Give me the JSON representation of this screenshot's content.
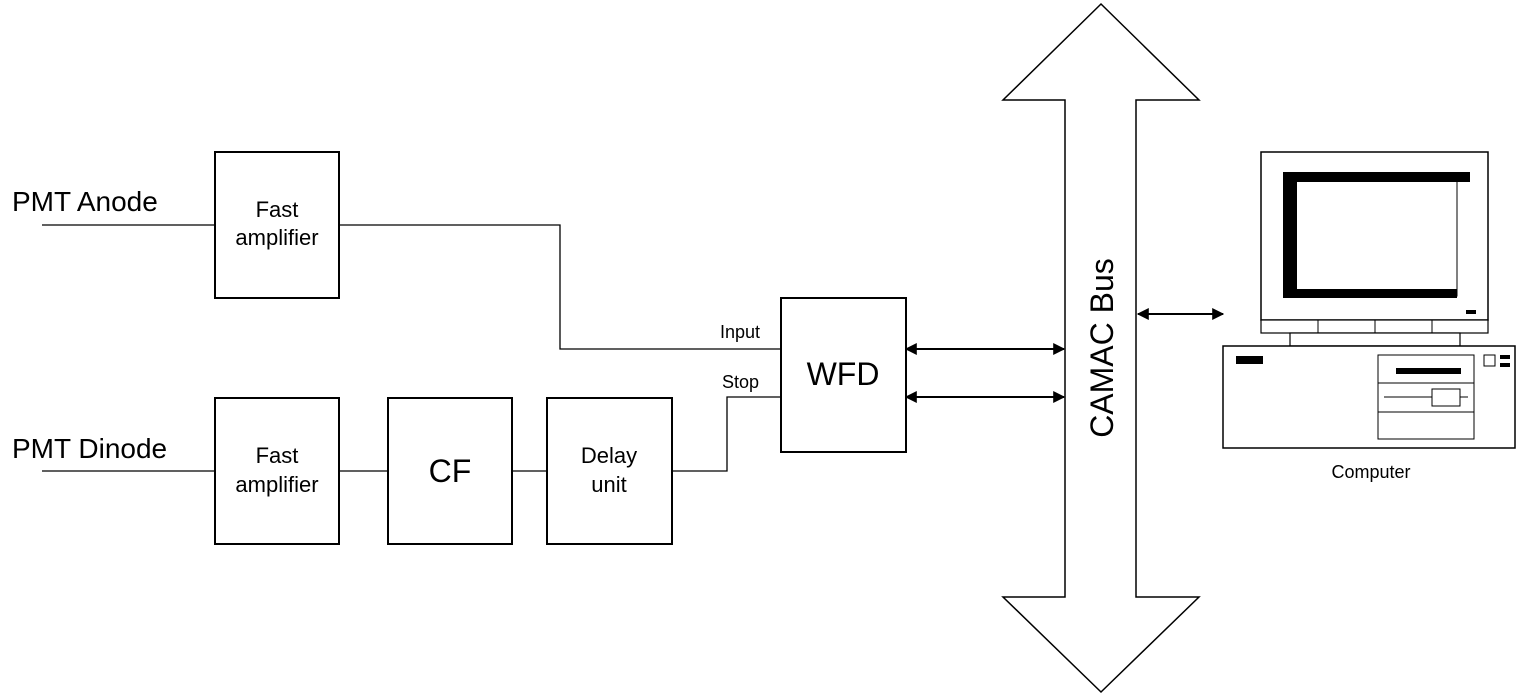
{
  "inputs": {
    "anode": "PMT Anode",
    "dinode": "PMT Dinode"
  },
  "blocks": {
    "amp_top": [
      "Fast",
      "amplifier"
    ],
    "amp_bottom": [
      "Fast",
      "amplifier"
    ],
    "cf": "CF",
    "delay": [
      "Delay",
      "unit"
    ],
    "wfd": "WFD"
  },
  "ports": {
    "input": "Input",
    "stop": "Stop"
  },
  "bus": {
    "label": "CAMAC Bus"
  },
  "computer": {
    "label": "Computer"
  }
}
